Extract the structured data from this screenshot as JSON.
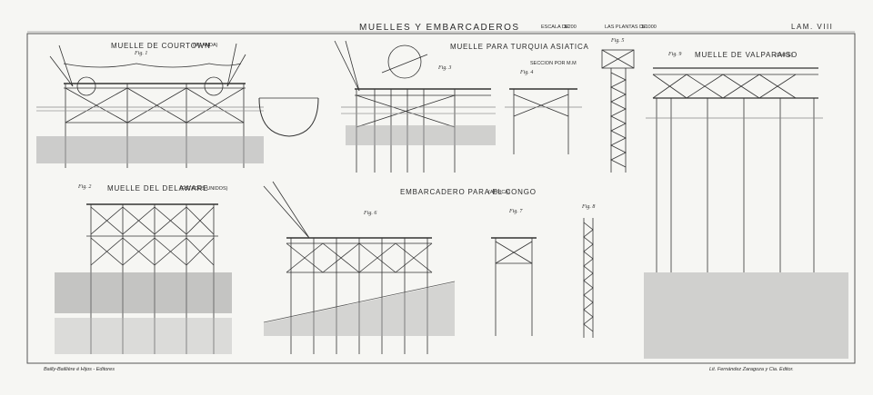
{
  "header": {
    "title": "MUELLES Y EMBARCADEROS",
    "scale_label": "ESCALA DE",
    "scale_value": "1/200",
    "plans_label": "LAS PLANTAS DE",
    "plans_value": "1/1000",
    "plate": "LAM. VIII"
  },
  "sections": {
    "courtown": {
      "title": "MUELLE DE COURTOWN",
      "country": "(IRLANDA)",
      "fig": "Fig. 1"
    },
    "turquia": {
      "title": "MUELLE PARA TURQUIA ASIATICA",
      "fig": "Fig. 3",
      "fig_section": "Fig. 4",
      "section_label": "SECCION POR M.M"
    },
    "fig5": {
      "fig": "Fig. 5"
    },
    "valparaiso": {
      "title": "MUELLE DE VALPARAISO",
      "country": "(CHILE)",
      "fig": "Fig. 9"
    },
    "delaware": {
      "title": "MUELLE DEL DELAWARE",
      "country": "(ESTADOS UNIDOS)",
      "fig": "Fig. 2"
    },
    "congo": {
      "title": "EMBARCADERO PARA EL CONGO",
      "country": "(AFRICA)",
      "fig": "Fig. 6",
      "fig_section": "Fig. 7",
      "fig_column": "Fig. 8"
    }
  },
  "footer": {
    "left": "Bailly-Baillière é Hijos - Editores",
    "right": "Lit. Fernández Zaragoza y Cia. Editor."
  }
}
